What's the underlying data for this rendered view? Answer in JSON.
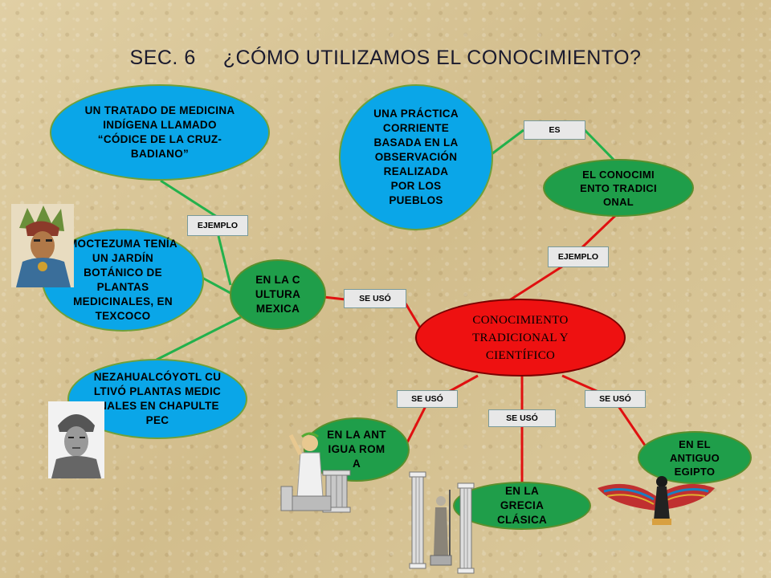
{
  "title": {
    "code": "SEC. 6",
    "question": "¿CÓMO UTILIZAMOS EL CONOCIMIENTO?"
  },
  "nodes": {
    "tratado": "UN TRATADO DE MEDICINA INDÍGENA LLAMADO “CÓDICE DE LA CRUZ-BADIANO”",
    "moctezuma": "MOCTEZUMA TENÍA UN JARDÍN BOTÁNICO DE PLANTAS MEDICINALES, EN TEXCOCO",
    "nezahualcoyotl": "NEZAHUALCÓYOTL CULTIVÓ PLANTAS MEDICINALES EN CHAPULTEPEC",
    "mexica": "EN LA CULTURA MEXICA",
    "practica": "UNA PRÁCTICA CORRIENTE BASADA EN LA OBSERVACIÓN REALIZADA POR LOS PUEBLOS",
    "tradicional": "EL CONOCIMIENTO TRADICIONAL",
    "central": "CONOCIMIENTO TRADICIONAL Y CIENTÍFICO",
    "roma": "EN LA ANTIGUA ROMA",
    "grecia": "EN LA GRECIA CLÁSICA",
    "egipto": "EN EL ANTIGUO EGIPTO"
  },
  "labels": {
    "ejemplo_left": "EJEMPLO",
    "ejemplo_right": "EJEMPLO",
    "es": "ES",
    "se_uso_mexica": "SE USÓ",
    "se_uso_roma": "SE USÓ",
    "se_uso_grecia": "SE USÓ",
    "se_uso_egipto": "SE USÓ"
  },
  "colors": {
    "green_line": "#22b14c",
    "red_line": "#e01010",
    "blue": "#0aa6e8",
    "green": "#1f9e4a",
    "red": "#ee1111"
  },
  "icons": [
    "aztec-warrior-portrait",
    "nezahualcoyotl-portrait",
    "roman-statue",
    "greek-columns",
    "egyptian-winged-goddess"
  ]
}
